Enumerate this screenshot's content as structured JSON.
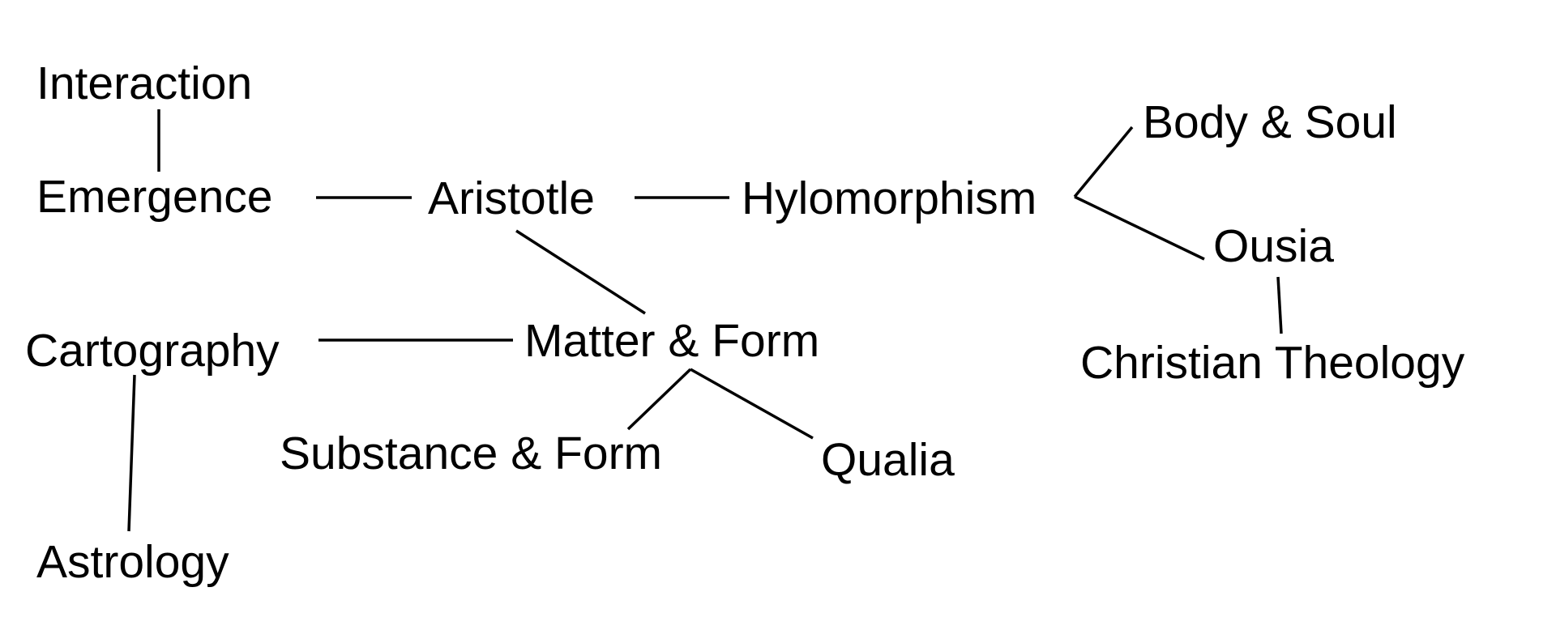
{
  "nodes": {
    "interaction": "Interaction",
    "emergence": "Emergence",
    "aristotle": "Aristotle",
    "hylomorphism": "Hylomorphism",
    "body_soul": "Body & Soul",
    "ousia": "Ousia",
    "christian_theology": "Christian Theology",
    "cartography": "Cartography",
    "matter_form": "Matter & Form",
    "substance_form": "Substance & Form",
    "qualia": "Qualia",
    "astrology": "Astrology"
  },
  "edges": [
    [
      "interaction",
      "emergence"
    ],
    [
      "emergence",
      "aristotle"
    ],
    [
      "aristotle",
      "hylomorphism"
    ],
    [
      "hylomorphism",
      "body_soul"
    ],
    [
      "hylomorphism",
      "ousia"
    ],
    [
      "ousia",
      "christian_theology"
    ],
    [
      "aristotle",
      "matter_form"
    ],
    [
      "cartography",
      "matter_form"
    ],
    [
      "cartography",
      "astrology"
    ],
    [
      "matter_form",
      "substance_form"
    ],
    [
      "matter_form",
      "qualia"
    ]
  ],
  "colors": {
    "background": "#ffffff",
    "text": "#000000",
    "line": "#000000"
  }
}
